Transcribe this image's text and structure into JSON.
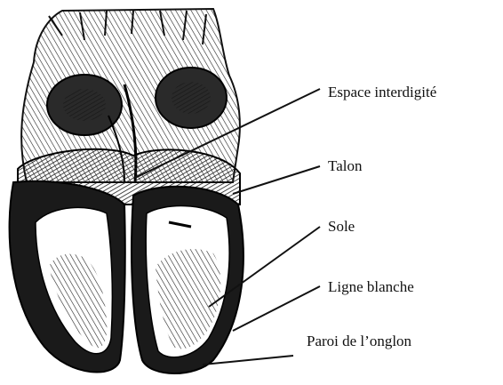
{
  "figure": {
    "labels": [
      "Espace interdigité",
      "Talon",
      "Sole",
      "Ligne blanche",
      "Paroi de l’onglon"
    ]
  }
}
